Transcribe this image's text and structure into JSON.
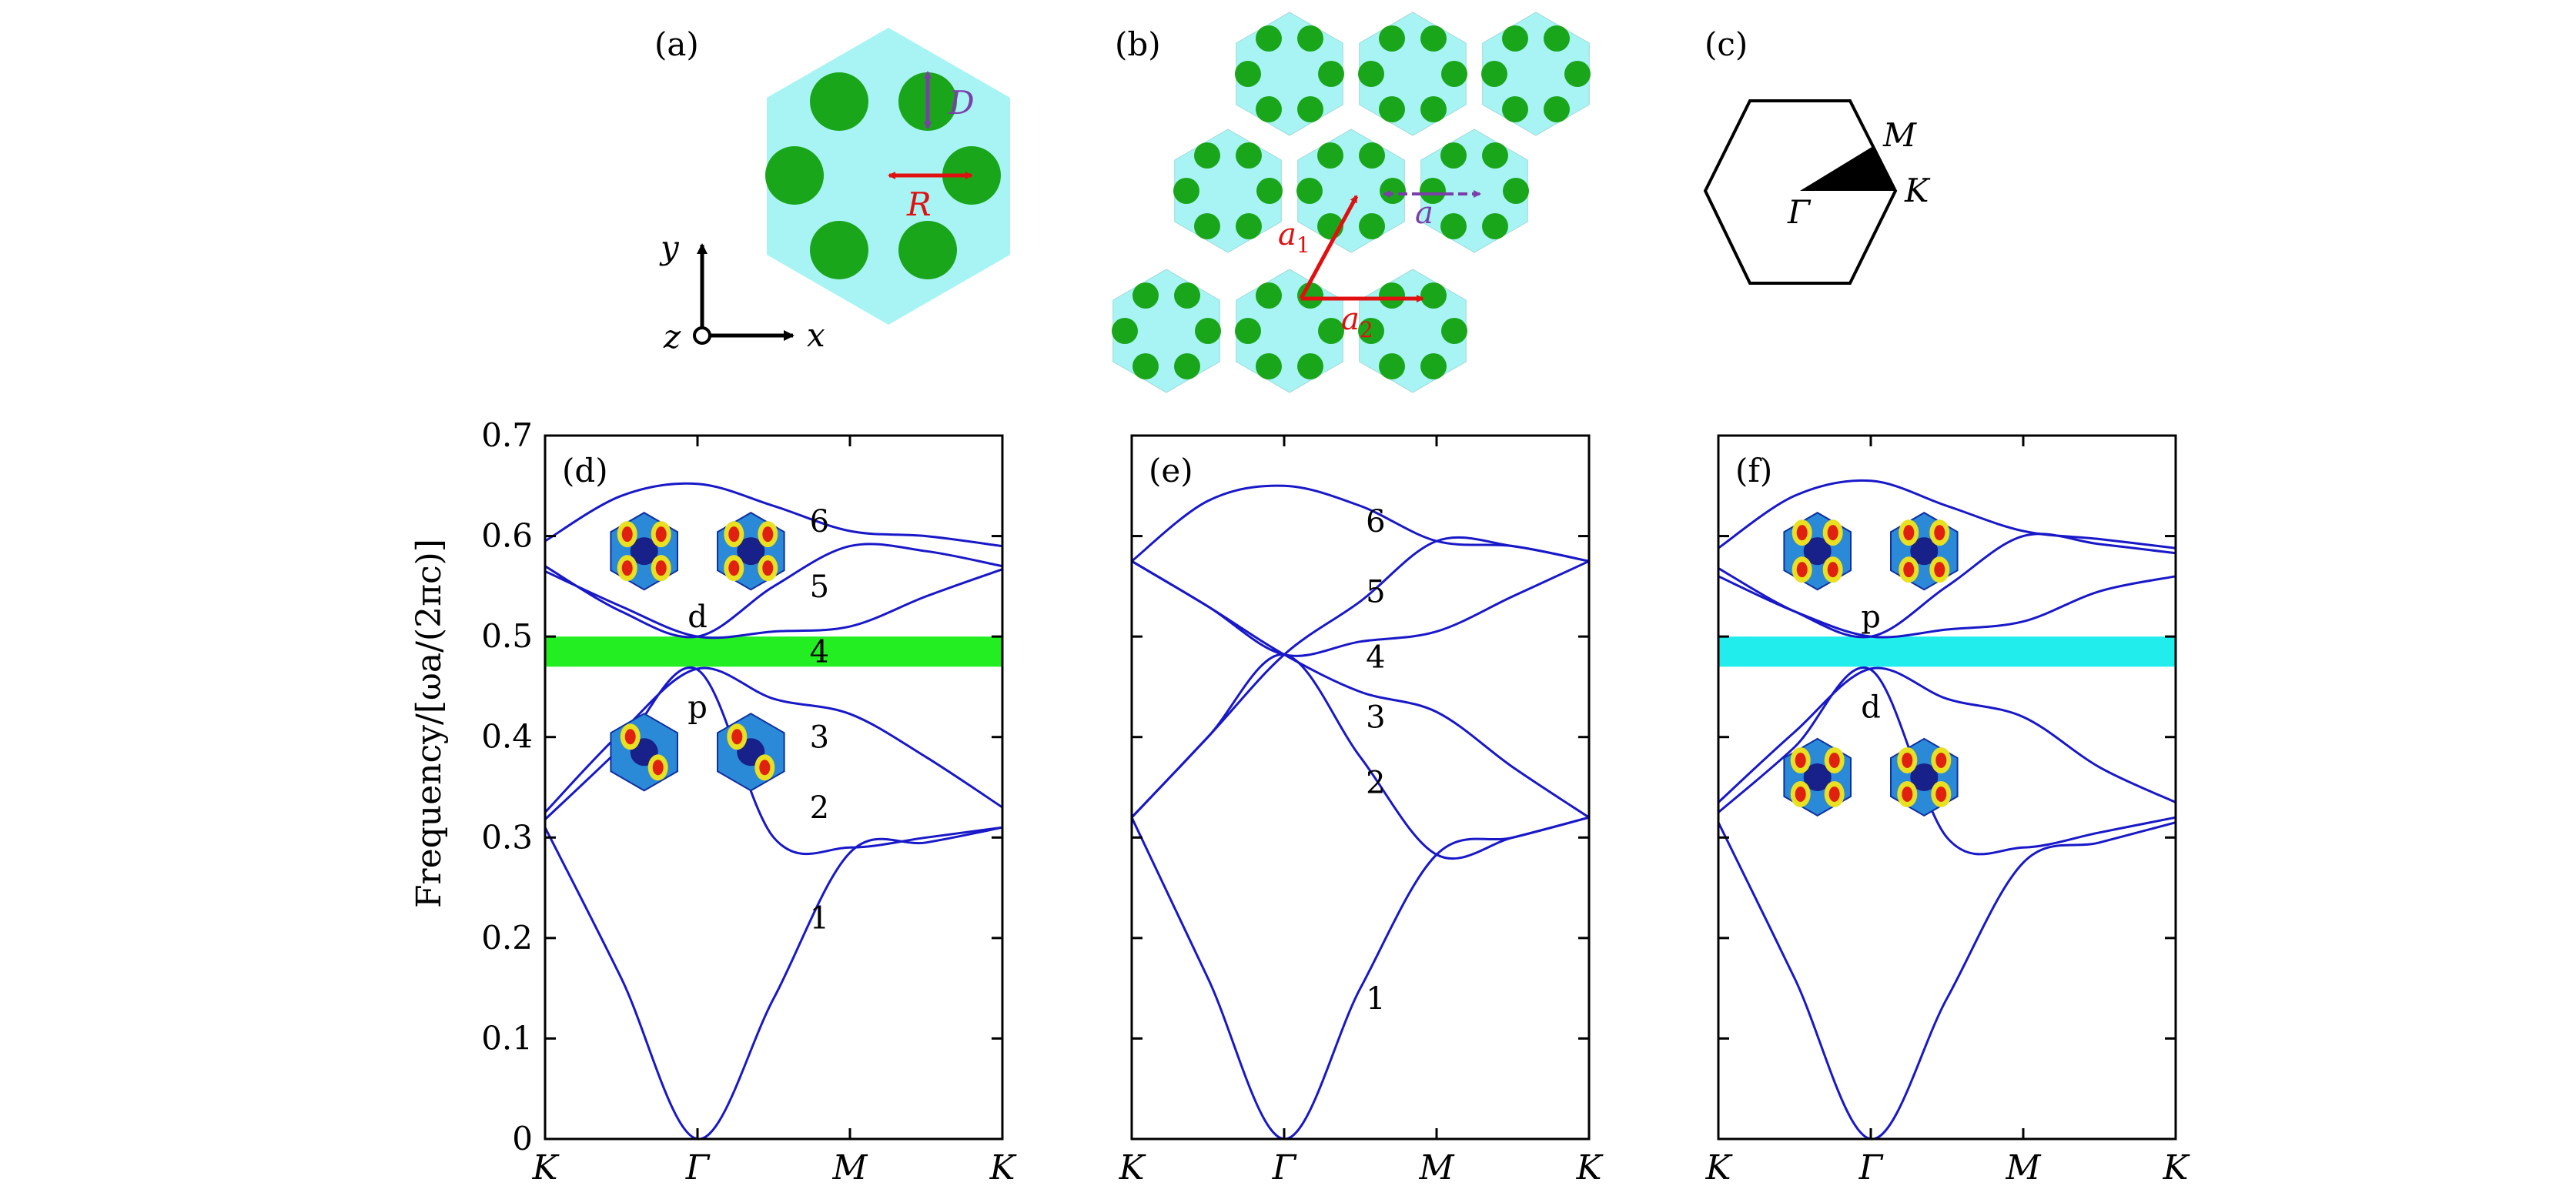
{
  "panels": {
    "a": "(a)",
    "b": "(b)",
    "c": "(c)",
    "d": "(d)",
    "e": "(e)",
    "f": "(f)"
  },
  "unitcell": {
    "D": "D",
    "R": "R"
  },
  "axes_triad": {
    "x": "x",
    "y": "y",
    "z": "z"
  },
  "lattice": {
    "a": "a",
    "a1": "a",
    "a1_sub": "1",
    "a2": "a",
    "a2_sub": "2"
  },
  "bz": {
    "M": "M",
    "K": "K",
    "Gamma": "Γ"
  },
  "colors": {
    "cell": "#a8f4f4",
    "cylinder": "#1aa61a",
    "band_line": "#1818c8",
    "gap_d": "#22ee22",
    "gap_f": "#22eded",
    "arrow_red": "#e01010",
    "arrow_purple": "#7a3fa8"
  },
  "chart_data": [
    {
      "type": "line",
      "panel": "d",
      "ylabel": "Frequency/[ωa/(2πc)]",
      "xticks": [
        "K",
        "Γ",
        "M",
        "K"
      ],
      "yticks": [
        "0",
        "0.1",
        "0.2",
        "0.3",
        "0.4",
        "0.5",
        "0.6",
        "0.7"
      ],
      "ylim": [
        0,
        0.7
      ],
      "band_labels": [
        "1",
        "2",
        "3",
        "4",
        "5",
        "6"
      ],
      "mode_labels": [
        "d",
        "p"
      ],
      "gap": [
        0.47,
        0.5
      ],
      "series": [
        {
          "values": [
            [
              0,
              0.31
            ],
            [
              0.5,
              0.16
            ],
            [
              1,
              0
            ],
            [
              1.5,
              0.14
            ],
            [
              2,
              0.285
            ],
            [
              2.5,
              0.295
            ],
            [
              3,
              0.31
            ]
          ]
        },
        {
          "values": [
            [
              0,
              0.318
            ],
            [
              0.5,
              0.39
            ],
            [
              1,
              0.467
            ],
            [
              1.5,
              0.3
            ],
            [
              2,
              0.29
            ],
            [
              2.5,
              0.3
            ],
            [
              3,
              0.31
            ]
          ]
        },
        {
          "values": [
            [
              0,
              0.325
            ],
            [
              0.5,
              0.405
            ],
            [
              1,
              0.468
            ],
            [
              1.5,
              0.438
            ],
            [
              2,
              0.423
            ],
            [
              2.5,
              0.38
            ],
            [
              3,
              0.33
            ]
          ]
        },
        {
          "values": [
            [
              0,
              0.565
            ],
            [
              0.5,
              0.53
            ],
            [
              1,
              0.5
            ],
            [
              1.5,
              0.505
            ],
            [
              2,
              0.51
            ],
            [
              2.5,
              0.54
            ],
            [
              3,
              0.567
            ]
          ]
        },
        {
          "values": [
            [
              0,
              0.57
            ],
            [
              0.5,
              0.525
            ],
            [
              1,
              0.5
            ],
            [
              1.5,
              0.55
            ],
            [
              2,
              0.59
            ],
            [
              2.5,
              0.585
            ],
            [
              3,
              0.57
            ]
          ]
        },
        {
          "values": [
            [
              0,
              0.595
            ],
            [
              0.5,
              0.64
            ],
            [
              1,
              0.652
            ],
            [
              1.5,
              0.63
            ],
            [
              2,
              0.605
            ],
            [
              2.5,
              0.6
            ],
            [
              3,
              0.59
            ]
          ]
        }
      ]
    },
    {
      "type": "line",
      "panel": "e",
      "xticks": [
        "K",
        "Γ",
        "M",
        "K"
      ],
      "ylim": [
        0,
        0.7
      ],
      "band_labels": [
        "1",
        "2",
        "3",
        "4",
        "5",
        "6"
      ],
      "series": [
        {
          "values": [
            [
              0,
              0.32
            ],
            [
              0.5,
              0.16
            ],
            [
              1,
              0
            ],
            [
              1.5,
              0.15
            ],
            [
              2,
              0.283
            ],
            [
              2.5,
              0.3
            ],
            [
              3,
              0.32
            ]
          ]
        },
        {
          "values": [
            [
              0,
              0.32
            ],
            [
              0.5,
              0.4
            ],
            [
              1,
              0.482
            ],
            [
              1.5,
              0.38
            ],
            [
              2,
              0.283
            ],
            [
              2.5,
              0.3
            ],
            [
              3,
              0.32
            ]
          ]
        },
        {
          "values": [
            [
              0,
              0.575
            ],
            [
              0.5,
              0.53
            ],
            [
              1,
              0.482
            ],
            [
              1.5,
              0.445
            ],
            [
              2,
              0.425
            ],
            [
              2.5,
              0.37
            ],
            [
              3,
              0.32
            ]
          ]
        },
        {
          "values": [
            [
              0,
              0.575
            ],
            [
              0.5,
              0.53
            ],
            [
              1,
              0.482
            ],
            [
              1.5,
              0.495
            ],
            [
              2,
              0.505
            ],
            [
              2.5,
              0.54
            ],
            [
              3,
              0.575
            ]
          ]
        },
        {
          "values": [
            [
              0,
              0.32
            ],
            [
              0.5,
              0.4
            ],
            [
              1,
              0.482
            ],
            [
              1.5,
              0.535
            ],
            [
              2,
              0.595
            ],
            [
              2.5,
              0.59
            ],
            [
              3,
              0.575
            ]
          ]
        },
        {
          "values": [
            [
              0,
              0.575
            ],
            [
              0.5,
              0.635
            ],
            [
              1,
              0.65
            ],
            [
              1.5,
              0.63
            ],
            [
              2,
              0.595
            ],
            [
              2.5,
              0.59
            ],
            [
              3,
              0.575
            ]
          ]
        }
      ]
    },
    {
      "type": "line",
      "panel": "f",
      "xticks": [
        "K",
        "Γ",
        "M",
        "K"
      ],
      "ylim": [
        0,
        0.7
      ],
      "mode_labels": [
        "p",
        "d"
      ],
      "gap": [
        0.47,
        0.5
      ],
      "series": [
        {
          "values": [
            [
              0,
              0.315
            ],
            [
              0.5,
              0.16
            ],
            [
              1,
              0
            ],
            [
              1.5,
              0.14
            ],
            [
              2,
              0.275
            ],
            [
              2.5,
              0.295
            ],
            [
              3,
              0.315
            ]
          ]
        },
        {
          "values": [
            [
              0,
              0.325
            ],
            [
              0.5,
              0.39
            ],
            [
              1,
              0.467
            ],
            [
              1.5,
              0.3
            ],
            [
              2,
              0.29
            ],
            [
              2.5,
              0.305
            ],
            [
              3,
              0.32
            ]
          ]
        },
        {
          "values": [
            [
              0,
              0.335
            ],
            [
              0.5,
              0.405
            ],
            [
              1,
              0.468
            ],
            [
              1.5,
              0.438
            ],
            [
              2,
              0.42
            ],
            [
              2.5,
              0.37
            ],
            [
              3,
              0.335
            ]
          ]
        },
        {
          "values": [
            [
              0,
              0.56
            ],
            [
              0.5,
              0.525
            ],
            [
              1,
              0.5
            ],
            [
              1.5,
              0.507
            ],
            [
              2,
              0.515
            ],
            [
              2.5,
              0.545
            ],
            [
              3,
              0.56
            ]
          ]
        },
        {
          "values": [
            [
              0,
              0.568
            ],
            [
              0.5,
              0.525
            ],
            [
              1,
              0.5
            ],
            [
              1.5,
              0.55
            ],
            [
              2,
              0.6
            ],
            [
              2.5,
              0.592
            ],
            [
              3,
              0.583
            ]
          ]
        },
        {
          "values": [
            [
              0,
              0.588
            ],
            [
              0.5,
              0.64
            ],
            [
              1,
              0.655
            ],
            [
              1.5,
              0.63
            ],
            [
              2,
              0.605
            ],
            [
              2.5,
              0.597
            ],
            [
              3,
              0.588
            ]
          ]
        }
      ]
    }
  ]
}
